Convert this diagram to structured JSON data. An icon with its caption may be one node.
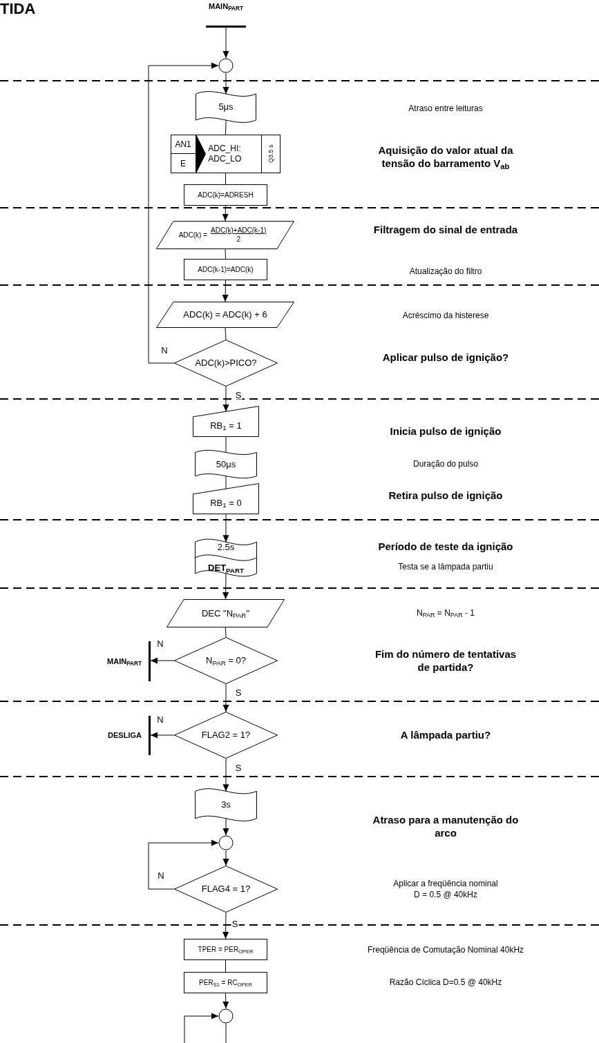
{
  "diagram": {
    "title": "TIDA",
    "nodes": [
      {
        "text": [
          "MAIN$_{PART}$"
        ]
      },
      {
        "text": [],
        "shape": "circle"
      },
      {
        "text": [
          "5μs"
        ]
      },
      {
        "text": [
          "AN1",
          "E",
          "ADC_HI: ADC_LO",
          "Q3.5 s"
        ]
      },
      {
        "text": [
          "ADC(k)=ADRESH"
        ]
      },
      {
        "text": [
          "ADC(k) =",
          "ADC(k)+ADC(k-1)",
          "2"
        ]
      },
      {
        "text": [
          "ADC(k-1)=ADC(k)"
        ]
      },
      {
        "text": [
          "ADC(k) = ADC(k) + 6"
        ]
      },
      {
        "text": [
          "ADC(k)>PICO?"
        ]
      },
      {
        "text": [
          "RB$_{1}$ = 1"
        ]
      },
      {
        "text": [
          "50μs"
        ]
      },
      {
        "text": [
          "RB$_{1}$ = 0"
        ]
      },
      {
        "text": [
          "2.5s",
          "DET$_{PART}$"
        ]
      },
      {
        "text": [
          "DEC \"N$_{PAR}$\""
        ]
      },
      {
        "text": [
          "N$_{PAR}$ = 0?"
        ]
      },
      {
        "text": [
          "MAIN$_{PART}$"
        ]
      },
      {
        "text": [
          "FLAG2 = 1?"
        ]
      },
      {
        "text": [
          "DESLIGA"
        ]
      },
      {
        "text": [
          "3s"
        ]
      },
      {
        "text": [],
        "shape": "circle"
      },
      {
        "text": [
          "FLAG4 = 1?"
        ]
      },
      {
        "text": [
          "TPER = PER$_{OPER}$"
        ]
      },
      {
        "text": [
          "PER$_{S1}$ = RC$_{OPER}$"
        ]
      },
      {
        "text": [],
        "shape": "circle"
      }
    ],
    "edges": [
      {
        "from": 0,
        "to": 1,
        "arrow": "to"
      },
      {
        "from": 1,
        "to": 2,
        "arrow": "to"
      },
      {
        "from": 2,
        "to": 3,
        "arrow": "none"
      },
      {
        "from": 3,
        "to": 4,
        "arrow": "none"
      },
      {
        "from": 4,
        "to": 5,
        "arrow": "to"
      },
      {
        "from": 5,
        "to": 6,
        "arrow": "none"
      },
      {
        "from": 6,
        "to": 7,
        "arrow": "to"
      },
      {
        "from": 7,
        "to": 8,
        "arrow": "none"
      },
      {
        "from": 8,
        "to": 1,
        "arrow": "to",
        "label": "N"
      },
      {
        "from": 8,
        "to": 9,
        "arrow": "to",
        "label": "S"
      },
      {
        "from": 9,
        "to": 10,
        "arrow": "none"
      },
      {
        "from": 10,
        "to": 11,
        "arrow": "none"
      },
      {
        "from": 11,
        "to": 12,
        "arrow": "to"
      },
      {
        "from": 12,
        "to": 13,
        "arrow": "to"
      },
      {
        "from": 13,
        "to": 14,
        "arrow": "none"
      },
      {
        "from": 14,
        "to": 15,
        "arrow": "to",
        "label": "N"
      },
      {
        "from": 14,
        "to": 16,
        "arrow": "to",
        "label": "S"
      },
      {
        "from": 16,
        "to": 17,
        "arrow": "to",
        "label": "N"
      },
      {
        "from": 16,
        "to": 18,
        "arrow": "to",
        "label": "S"
      },
      {
        "from": 18,
        "to": 19,
        "arrow": "to"
      },
      {
        "from": 19,
        "to": 20,
        "arrow": "to"
      },
      {
        "from": 20,
        "to": 19,
        "arrow": "to",
        "label": "N"
      },
      {
        "from": 20,
        "to": 21,
        "arrow": "to",
        "label": "S"
      },
      {
        "from": 21,
        "to": 22,
        "arrow": "none"
      },
      {
        "from": 22,
        "to": 23,
        "arrow": "to"
      },
      {
        "from": null,
        "to": 23,
        "arrow": "to"
      },
      {
        "from": 23,
        "to": null,
        "arrow": "none"
      }
    ],
    "labels": [
      "Atraso entre leituras",
      "Aquisição do valor atual da tensão do barramento V$_{ab}$",
      "Filtragem do sinal de entrada",
      "Atualização do filtro",
      "Acréscimo da histerese",
      "Aplicar pulso de ignição?",
      "Inicia pulso de ignição",
      "Duração do pulso",
      "Retira pulso de ignição",
      "Período de teste da ignição",
      "Testa se a lâmpada partiu",
      "N$_{PAR}$ = N$_{PAR}$ - 1",
      "Fim do número de tentativas de partida?",
      "A lâmpada partiu?",
      "Atraso para a manutenção do arco",
      "Aplicar a freqüência nominal",
      "D = 0.5 @ 40kHz",
      "Freqüência de Comutação Nominal 40kHz",
      "Razão Cíclica D=0.5 @ 40kHz"
    ]
  }
}
